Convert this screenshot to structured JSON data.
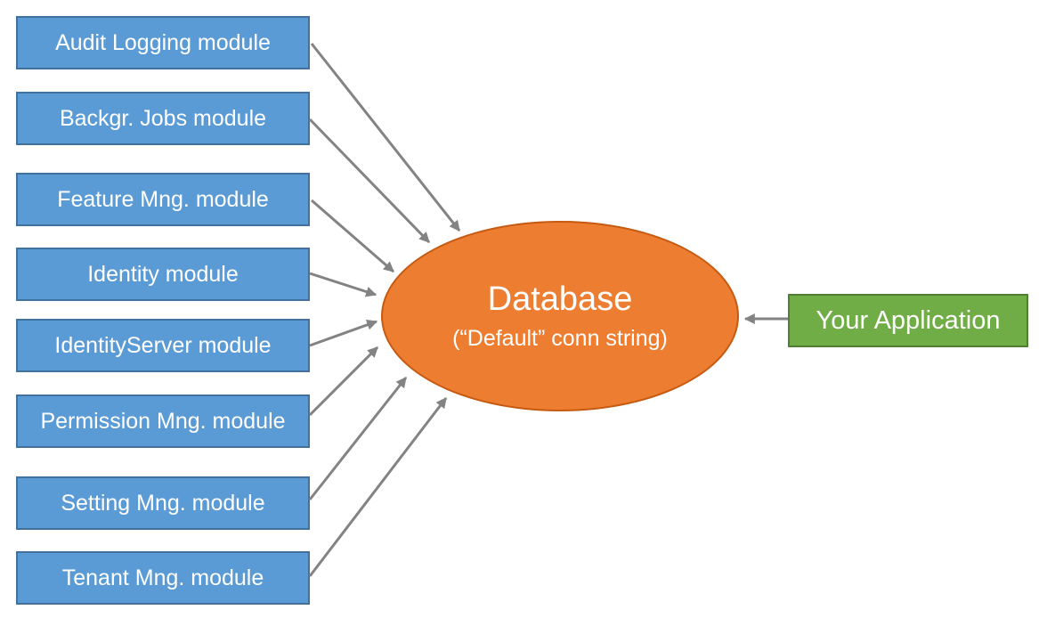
{
  "diagram": {
    "modules": [
      {
        "label": "Audit Logging module"
      },
      {
        "label": "Backgr. Jobs module"
      },
      {
        "label": "Feature Mng. module"
      },
      {
        "label": "Identity module"
      },
      {
        "label": "IdentityServer module"
      },
      {
        "label": "Permission Mng. module"
      },
      {
        "label": "Setting Mng. module"
      },
      {
        "label": "Tenant Mng. module"
      }
    ],
    "database": {
      "title": "Database",
      "subtitle": "(“Default” conn string)"
    },
    "application": {
      "label": "Your Application"
    },
    "colors": {
      "module_fill": "#5B9BD5",
      "module_border": "#41719C",
      "database_fill": "#ED7D31",
      "database_border": "#C55A11",
      "app_fill": "#70AD47",
      "app_border": "#507E32",
      "arrow_color": "#838383",
      "text_color": "#FFFFFF",
      "bg_color": "#FFFFFF"
    }
  }
}
